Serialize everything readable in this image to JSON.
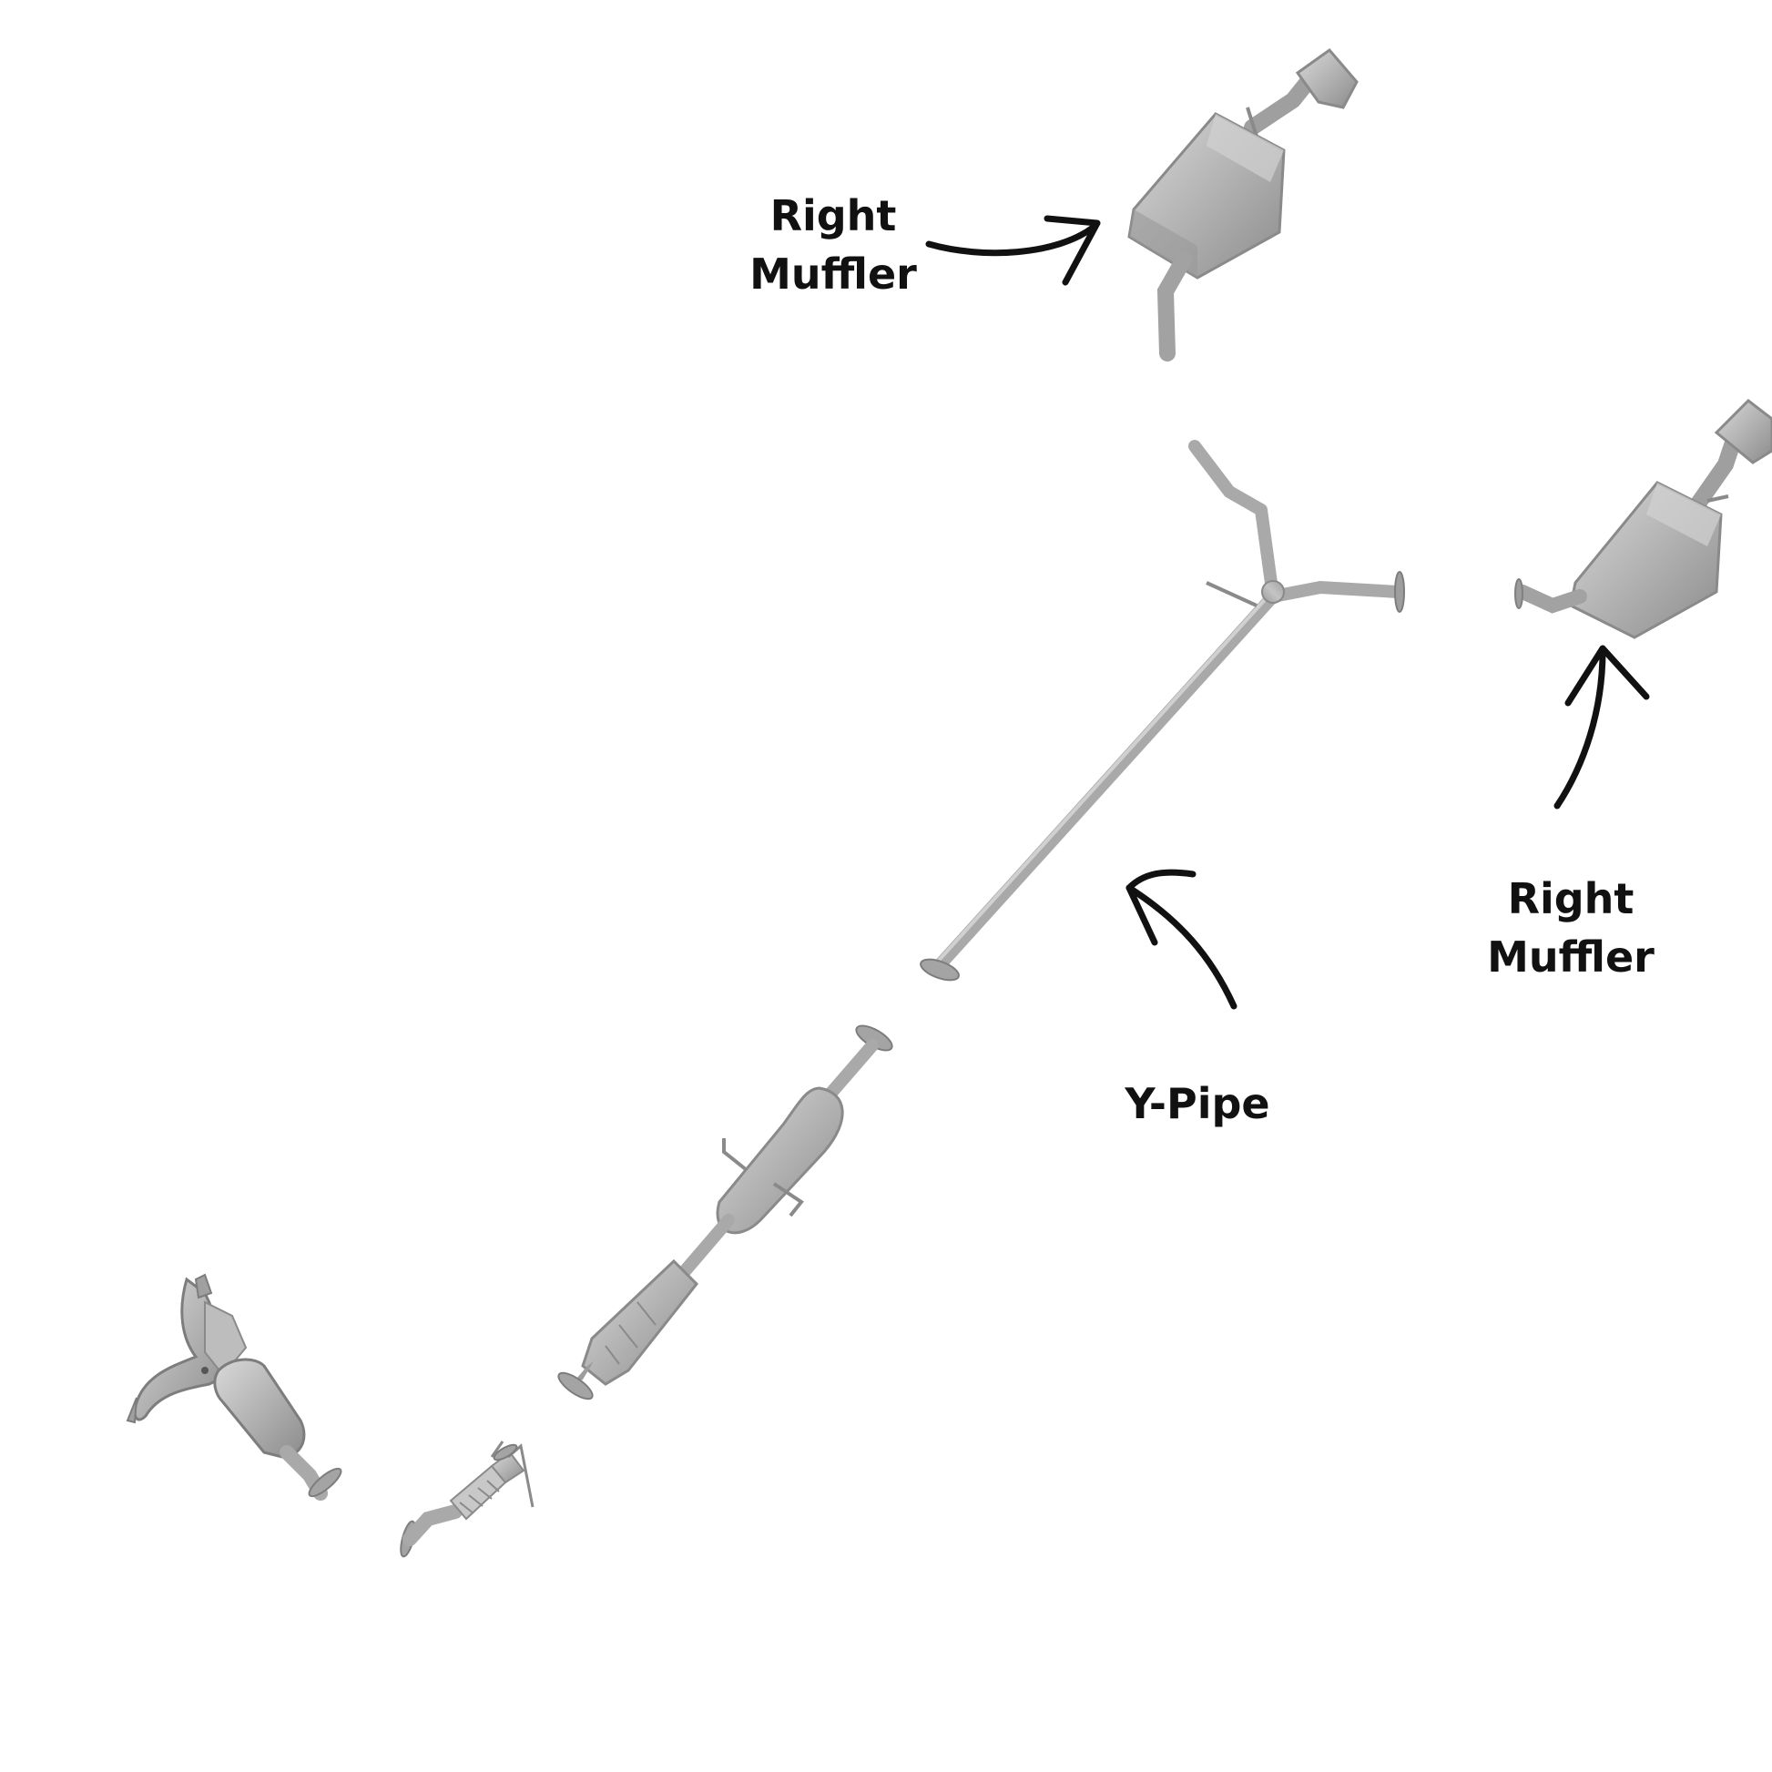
{
  "labels": {
    "top_muffler": {
      "line1": "Right",
      "line2": "Muffler"
    },
    "rear_muffler": {
      "line1": "Right",
      "line2": "Muffler"
    },
    "y_pipe": "Y-Pipe"
  },
  "colors": {
    "background": "#ffffff",
    "part_fill": "#b8b8b8",
    "part_shade": "#8e8e8e",
    "part_light": "#d6d6d6",
    "arrow": "#111111",
    "text": "#111111"
  }
}
